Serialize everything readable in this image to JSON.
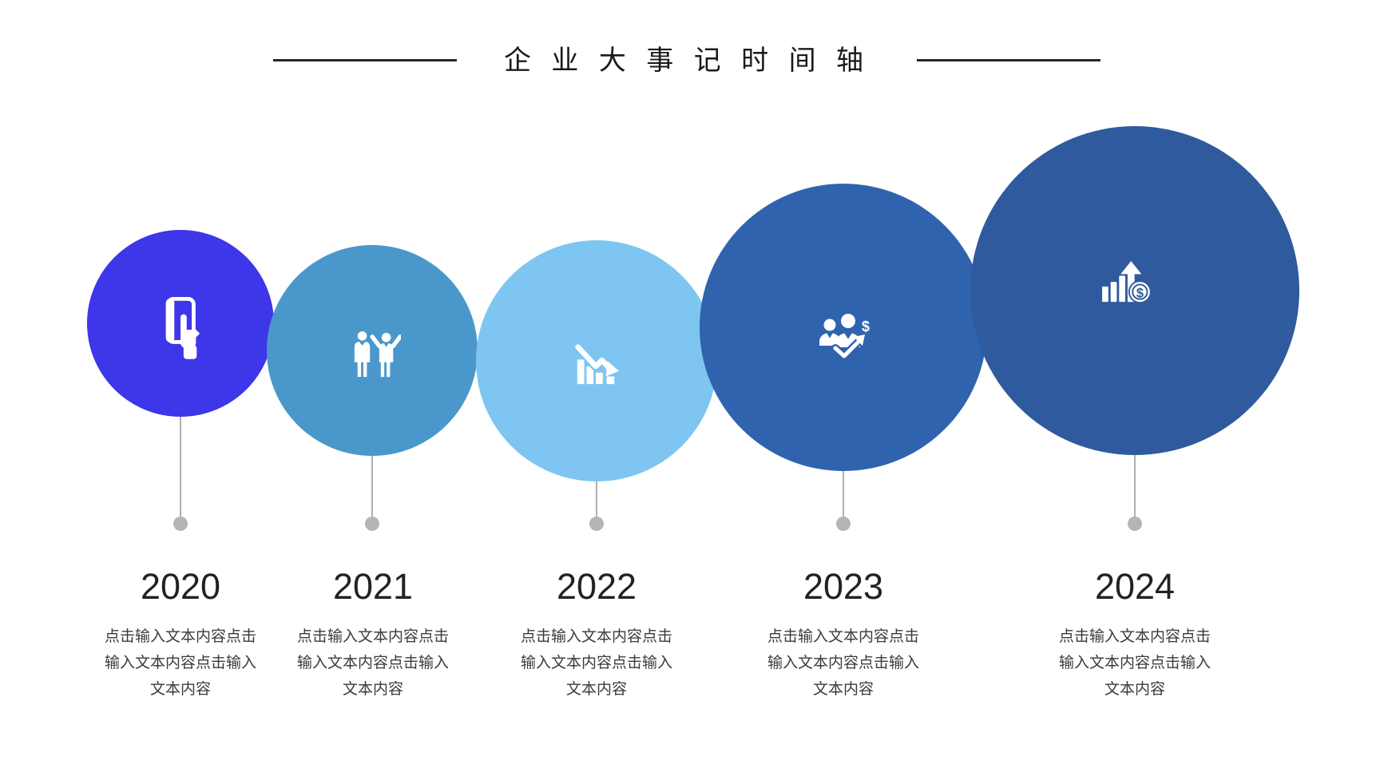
{
  "page": {
    "title": "企 业 大 事 记 时 间 轴",
    "background_color": "#ffffff",
    "divider_color": "#262626"
  },
  "timeline": {
    "connector_color": "#b0b0b0",
    "dot_color": "#b5b5b5",
    "items": [
      {
        "year": "2020",
        "icon": "hand-holding-card-icon",
        "color": "#3e36e9",
        "description_lines": [
          "点击输入文本内容点击",
          "输入文本内容点击输入",
          "文本内容"
        ]
      },
      {
        "year": "2021",
        "icon": "team-celebration-icon",
        "color": "#4a97cb",
        "description_lines": [
          "点击输入文本内容点击",
          "输入文本内容点击输入",
          "文本内容"
        ]
      },
      {
        "year": "2022",
        "icon": "declining-chart-icon",
        "color": "#7ec5f2",
        "description_lines": [
          "点击输入文本内容点击",
          "输入文本内容点击输入",
          "文本内容"
        ]
      },
      {
        "year": "2023",
        "icon": "business-partners-profit-icon",
        "color": "#3063ae",
        "description_lines": [
          "点击输入文本内容点击",
          "输入文本内容点击输入",
          "文本内容"
        ]
      },
      {
        "year": "2024",
        "icon": "growth-bars-money-icon",
        "color": "#2f5a9d",
        "description_lines": [
          "点击输入文本内容点击",
          "输入文本内容点击输入",
          "文本内容"
        ]
      }
    ]
  }
}
